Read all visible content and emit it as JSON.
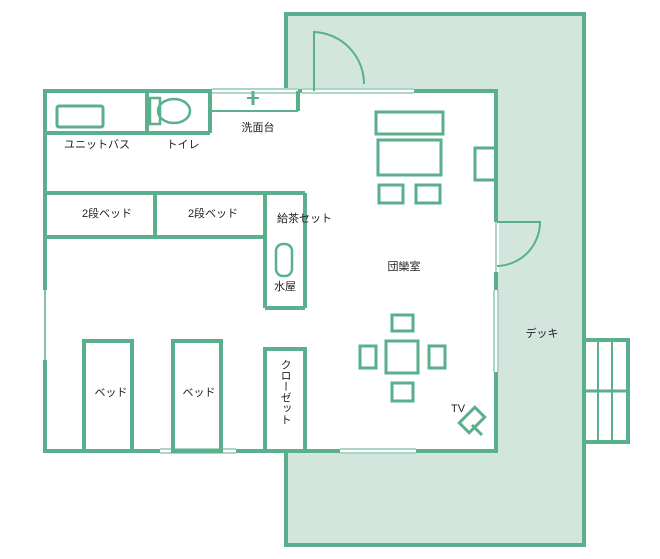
{
  "colors": {
    "wall": "#5aaf8c",
    "deck": "#d3e6dd",
    "floor": "#ffffff",
    "text": "#222222"
  },
  "labels": {
    "unit_bath": "ユニットバス",
    "toilet": "トイレ",
    "washbasin": "洗面台",
    "bunk_bed_1": "2段ベッド",
    "bunk_bed_2": "2段ベッド",
    "tea_set": "給茶セット",
    "water_heater": "水屋",
    "common_room": "団欒室",
    "deck": "デッキ",
    "bed_1": "ベッド",
    "bed_2": "ベッド",
    "closet": "クローゼット",
    "tv": "TV"
  },
  "icons": {
    "doors": "door-swing-icon",
    "tv": "tv-icon",
    "faucet": "faucet-icon"
  }
}
